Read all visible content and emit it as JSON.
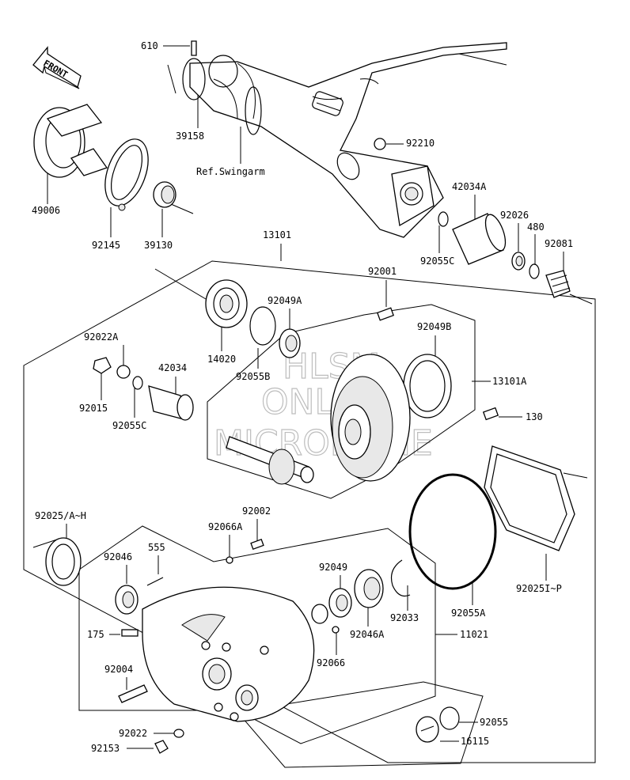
{
  "front_label": "FRONT",
  "ref_label": "Ref.Swingarm",
  "watermark": [
    "HLSM",
    "ONLINE",
    "MICROFICHE"
  ],
  "labels": {
    "p610": "610",
    "p39158": "39158",
    "p92210": "92210",
    "p42034A": "42034A",
    "p92026": "92026",
    "p480": "480",
    "p92081": "92081",
    "p92055C_top": "92055C",
    "p49006": "49006",
    "p92145": "92145",
    "p39130": "39130",
    "p13101": "13101",
    "p92001": "92001",
    "p92049A": "92049A",
    "p92049B": "92049B",
    "p13101A": "13101A",
    "p14020": "14020",
    "p92055B": "92055B",
    "p92022A": "92022A",
    "p42034": "42034",
    "p92015": "92015",
    "p92055C": "92055C",
    "p130": "130",
    "p92025AH": "92025/A~H",
    "p92002": "92002",
    "p92066A": "92066A",
    "p555": "555",
    "p92046": "92046",
    "p92049": "92049",
    "p92033": "92033",
    "p92055A": "92055A",
    "p92025IP": "92025I~P",
    "p175": "175",
    "p92046A": "92046A",
    "p11021": "11021",
    "p92066": "92066",
    "p92004": "92004",
    "p92022": "92022",
    "p92153": "92153",
    "p92055": "92055",
    "p16115": "16115"
  }
}
